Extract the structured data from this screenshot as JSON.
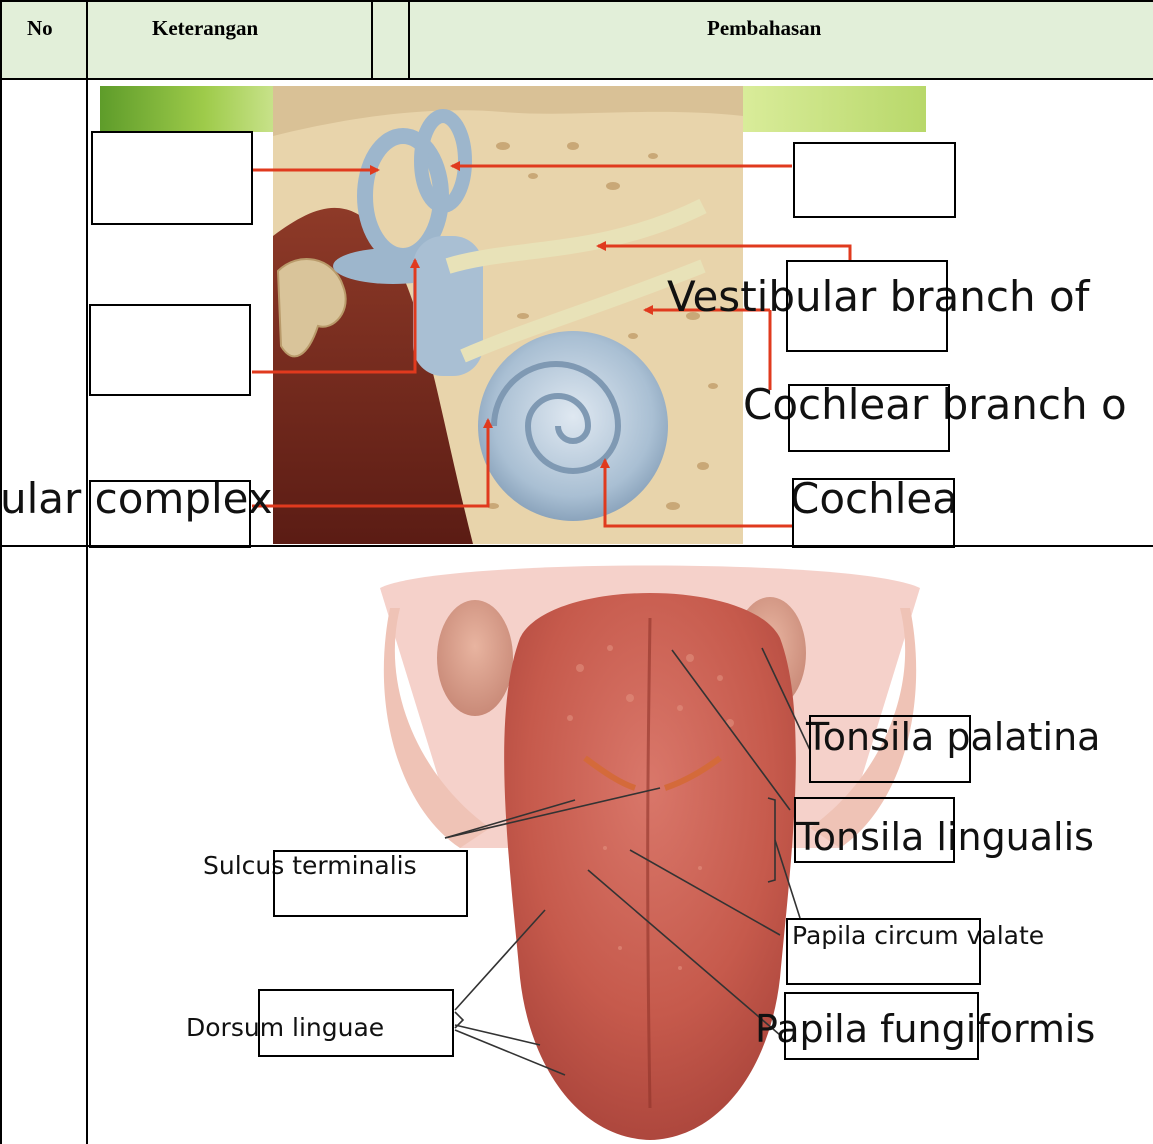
{
  "table": {
    "headers": [
      "No",
      "Keterangan",
      "",
      "Pembahasan"
    ],
    "header_bg": "#e2efd9"
  },
  "ear_diagram": {
    "labels": {
      "vestibular_branch": "Vestibular branch of",
      "cochlear_branch": "Cochlear branch o",
      "vestibular_complex": "ular complex",
      "cochlea": "Cochlea"
    },
    "leader_color": "#e03a1e",
    "bone_color": "#e6d2a8",
    "labyrinth_color": "#9db6cc"
  },
  "tongue_diagram": {
    "labels": {
      "tonsila_palatina": "Tonsila palatina",
      "tonsila_lingualis": "Tonsila lingualis",
      "sulcus_terminalis": "Sulcus terminalis",
      "papila_circum_valate": "Papila circum valate",
      "dorsum_linguae": "Dorsum linguae",
      "papila_fungiformis": "Papila fungiformis"
    },
    "tongue_color": "#c65a4c"
  }
}
